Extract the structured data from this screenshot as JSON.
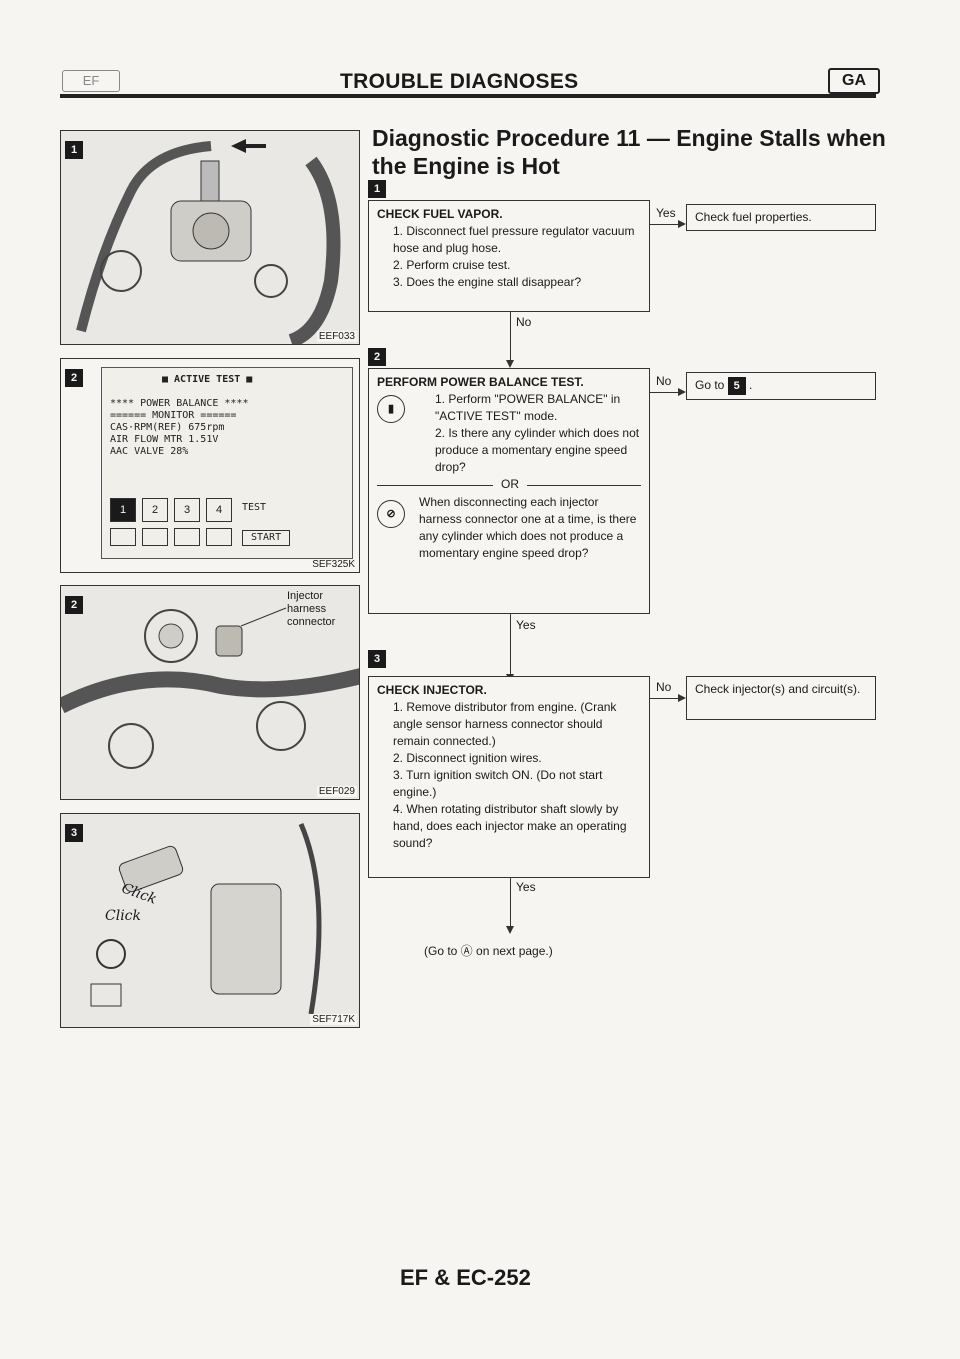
{
  "header": {
    "section_badge": "EF",
    "title": "TROUBLE DIAGNOSES",
    "model_badge": "GA"
  },
  "procedure_title": "Diagnostic Procedure 11 — Engine Stalls when the Engine is Hot",
  "steps": [
    {
      "badge": "1",
      "title": "CHECK FUEL VAPOR.",
      "items": [
        "1. Disconnect fuel pressure regulator vacuum hose and plug hose.",
        "2. Perform cruise test.",
        "3. Does the engine stall disappear?"
      ],
      "branch_label": "Yes",
      "branch_result": "Check fuel properties.",
      "continue_label": "No"
    },
    {
      "badge": "2",
      "title": "PERFORM POWER BALANCE TEST.",
      "items_a": [
        "1. Perform \"POWER BALANCE\" in \"ACTIVE TEST\" mode.",
        "2. Is there any cylinder which does not produce a momentary engine speed drop?"
      ],
      "or_label": "OR",
      "text_b": "When disconnecting each injector harness connector one at a time, is there any cylinder which does not produce a momentary engine speed drop?",
      "branch_label": "No",
      "branch_result_prefix": "Go to",
      "branch_result_step": "5",
      "branch_result_suffix": ".",
      "continue_label": "Yes"
    },
    {
      "badge": "3",
      "title": "CHECK INJECTOR.",
      "items": [
        "1. Remove distributor from engine. (Crank angle sensor harness connector should remain connected.)",
        "2. Disconnect ignition wires.",
        "3. Turn ignition switch ON. (Do not start engine.)",
        "4. When rotating distributor shaft slowly by hand, does each injector make an operating sound?"
      ],
      "branch_label": "No",
      "branch_result": "Check injector(s) and circuit(s).",
      "continue_label": "Yes"
    }
  ],
  "footer_note": "(Go to Ⓐ on next page.)",
  "figures": [
    {
      "badge": "1",
      "code": "EEF033"
    },
    {
      "badge": "2",
      "code": "SEF325K",
      "screen_lines": [
        "■ ACTIVE TEST ■",
        "**** POWER BALANCE ****",
        "====== MONITOR ======",
        "CAS·RPM(REF)    675rpm",
        "AIR FLOW MTR    1.51V",
        "AAC VALVE        28%"
      ],
      "keys": [
        "1",
        "2",
        "3",
        "4"
      ],
      "test_key": "TEST",
      "start_key": "START"
    },
    {
      "badge": "2",
      "code": "EEF029",
      "callout": "Injector harness connector"
    },
    {
      "badge": "3",
      "code": "SEF717K",
      "click_label": "Click"
    }
  ],
  "page_number": "EF & EC-252"
}
